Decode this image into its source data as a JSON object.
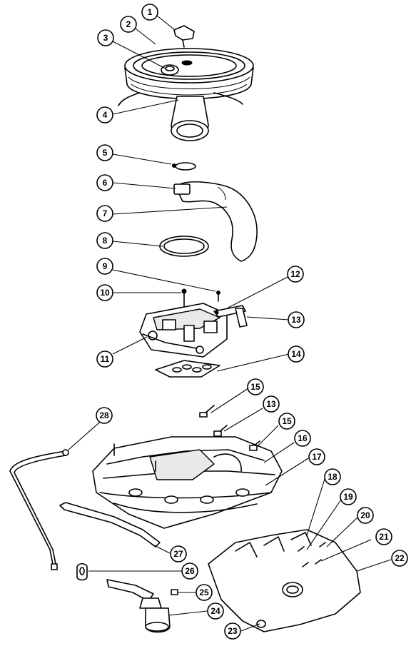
{
  "figure": {
    "callouts": [
      {
        "id": "callout-1",
        "label": "1"
      },
      {
        "id": "callout-2",
        "label": "2"
      },
      {
        "id": "callout-3",
        "label": "3"
      },
      {
        "id": "callout-4",
        "label": "4"
      },
      {
        "id": "callout-5",
        "label": "5"
      },
      {
        "id": "callout-6",
        "label": "6"
      },
      {
        "id": "callout-7",
        "label": "7"
      },
      {
        "id": "callout-8",
        "label": "8"
      },
      {
        "id": "callout-9",
        "label": "9"
      },
      {
        "id": "callout-10",
        "label": "10"
      },
      {
        "id": "callout-11",
        "label": "11"
      },
      {
        "id": "callout-12",
        "label": "12"
      },
      {
        "id": "callout-13a",
        "label": "13"
      },
      {
        "id": "callout-14",
        "label": "14"
      },
      {
        "id": "callout-15a",
        "label": "15"
      },
      {
        "id": "callout-13b",
        "label": "13"
      },
      {
        "id": "callout-15b",
        "label": "15"
      },
      {
        "id": "callout-16",
        "label": "16"
      },
      {
        "id": "callout-17",
        "label": "17"
      },
      {
        "id": "callout-18",
        "label": "18"
      },
      {
        "id": "callout-19",
        "label": "19"
      },
      {
        "id": "callout-20",
        "label": "20"
      },
      {
        "id": "callout-21",
        "label": "21"
      },
      {
        "id": "callout-22",
        "label": "22"
      },
      {
        "id": "callout-23",
        "label": "23"
      },
      {
        "id": "callout-24",
        "label": "24"
      },
      {
        "id": "callout-25",
        "label": "25"
      },
      {
        "id": "callout-26",
        "label": "26"
      },
      {
        "id": "callout-27",
        "label": "27"
      },
      {
        "id": "callout-28",
        "label": "28"
      }
    ]
  }
}
